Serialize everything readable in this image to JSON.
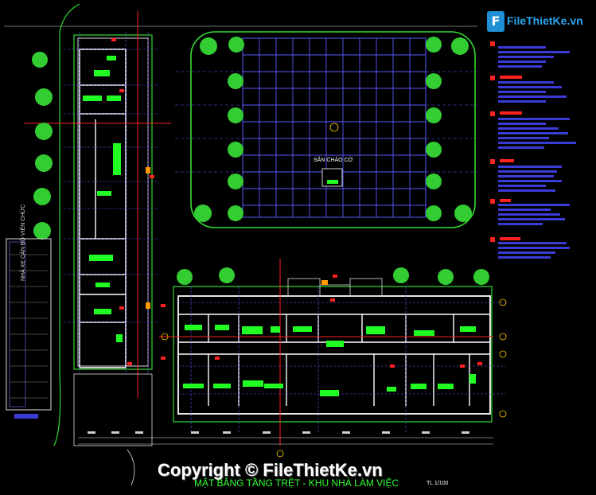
{
  "logo": {
    "icon": "F",
    "text": "FileThietKe.vn"
  },
  "watermark": "Copyright © FileThietKe.vn",
  "plan": {
    "title": "MẶT BẰNG TẦNG TRỆT - KHU NHÀ LÀM VIỆC",
    "scale": "TL 1/100",
    "courtyard_label": "SÂN CHÀO CỜ",
    "parking_label": "NHÀ XE CÁN BỘ VIÊN CHỨC"
  },
  "colors": {
    "background": "#000000",
    "walls": "#ffffff",
    "grid_lines": "#5a5aff",
    "section_line": "#ff2020",
    "landscape": "#33dd33",
    "furniture": "#22ff22",
    "legend_bars": "#3b3bd6",
    "legend_tags": "#ff2020"
  }
}
